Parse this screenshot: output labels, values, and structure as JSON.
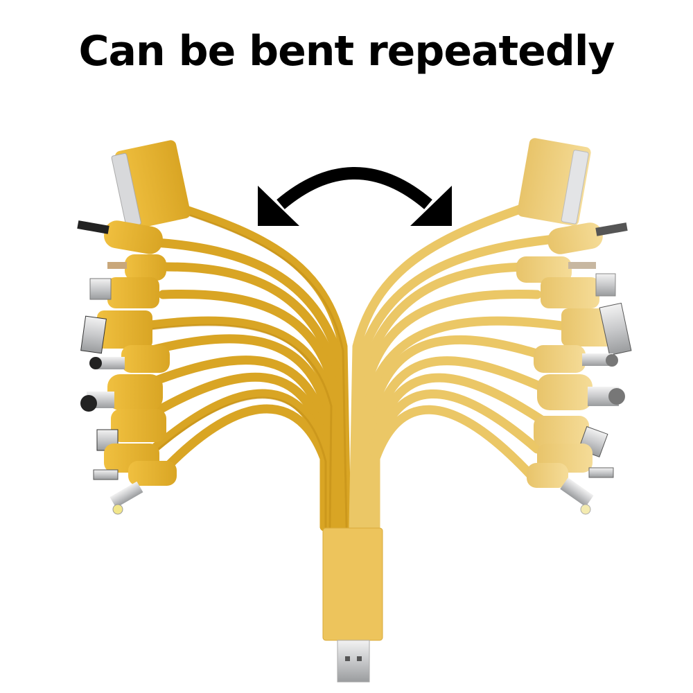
{
  "title": "Can be bent repeatedly",
  "image": {
    "subject": "multi-connector USB charging cable",
    "arrow": "curved-double-arrow",
    "colors": {
      "cable_left": "#E6B22E",
      "cable_left_shade": "#C9951A",
      "cable_right": "#EFCF7A",
      "cable_right_shade": "#D9B55A",
      "metal": "#D4D6D8",
      "arrow": "#000000",
      "background": "#FFFFFF"
    },
    "connectors_per_side": 10
  }
}
